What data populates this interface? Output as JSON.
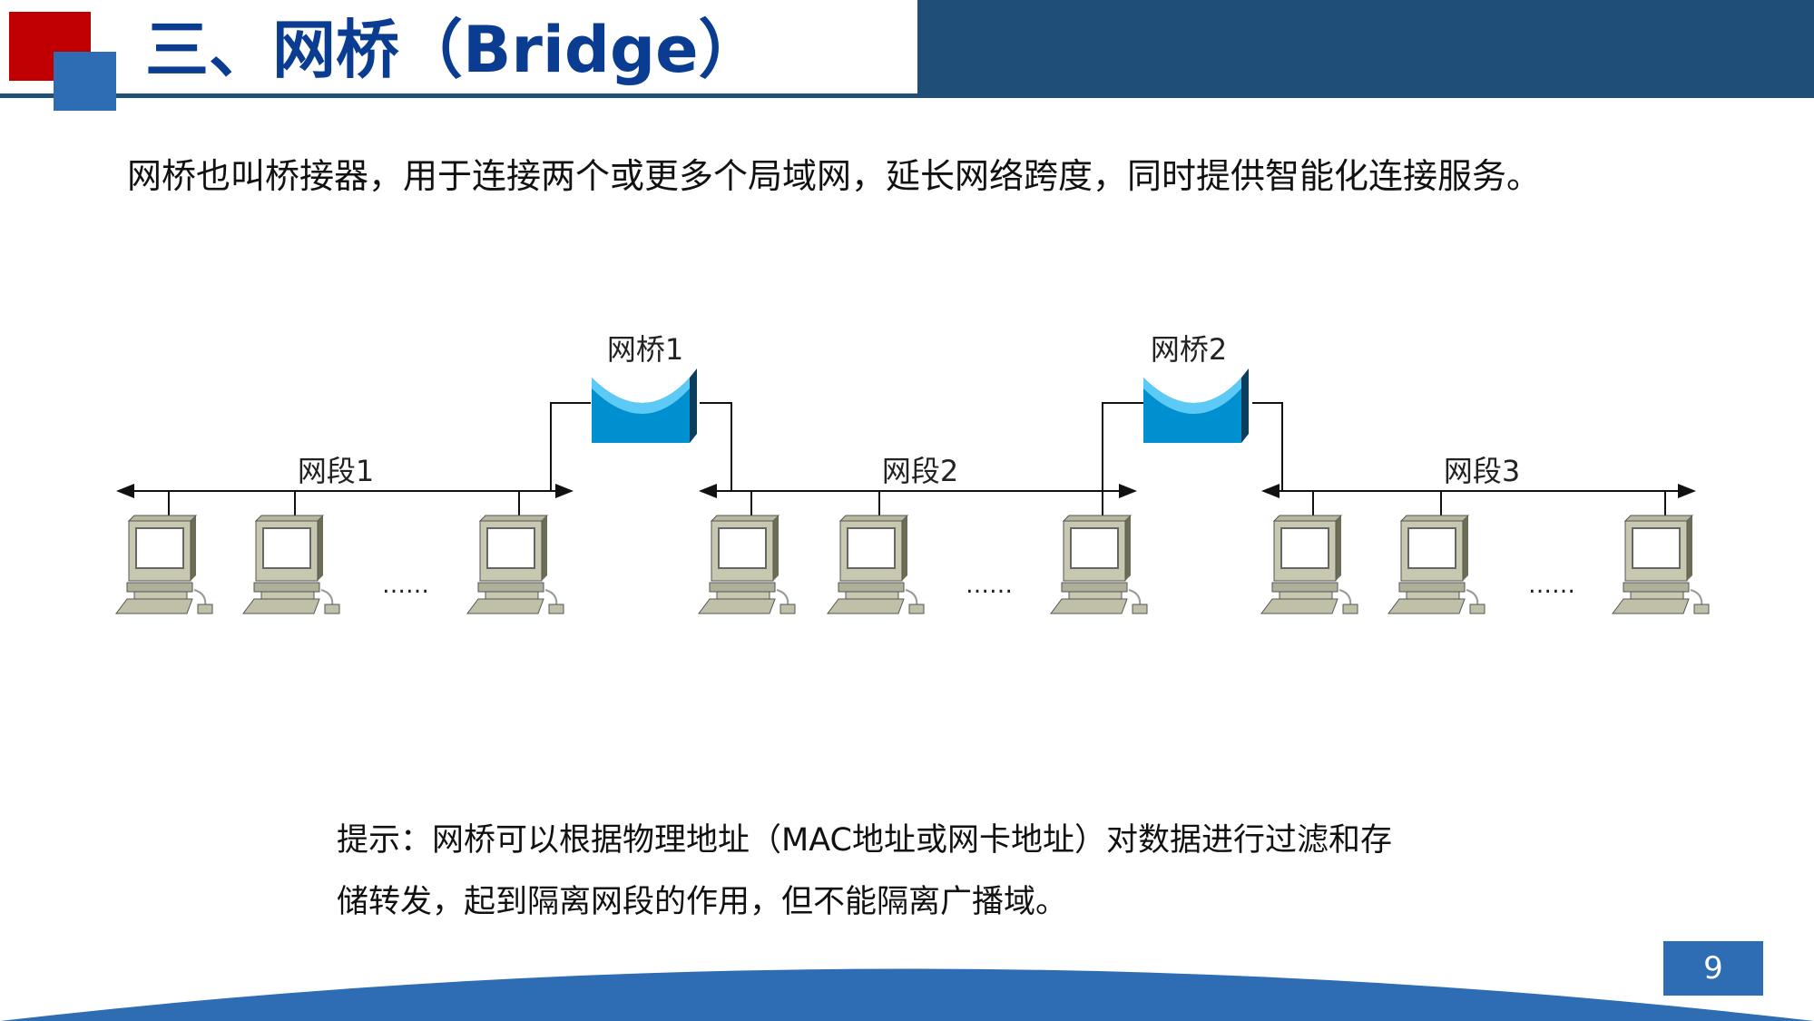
{
  "header": {
    "title": "三、网桥（Bridge）"
  },
  "intro": "网桥也叫桥接器，用于连接两个或更多个局域网，延长网络跨度，同时提供智能化连接服务。",
  "diagram": {
    "bridges": [
      {
        "label": "网桥1"
      },
      {
        "label": "网桥2"
      }
    ],
    "segments": [
      {
        "label": "网段1",
        "ellipsis": "……"
      },
      {
        "label": "网段2",
        "ellipsis": "……"
      },
      {
        "label": "网段3",
        "ellipsis": "……"
      }
    ]
  },
  "hint": {
    "line1": "提示：网桥可以根据物理地址（MAC地址或网卡地址）对数据进行过滤和存",
    "line2": "储转发，起到隔离网段的作用，但不能隔离广播域。"
  },
  "page_number": "9",
  "colors": {
    "brand_blue": "#2e6db4",
    "dark_blue": "#1f4e79",
    "red": "#c00000",
    "title": "#0a3d91",
    "bridge": "#0090d0"
  }
}
